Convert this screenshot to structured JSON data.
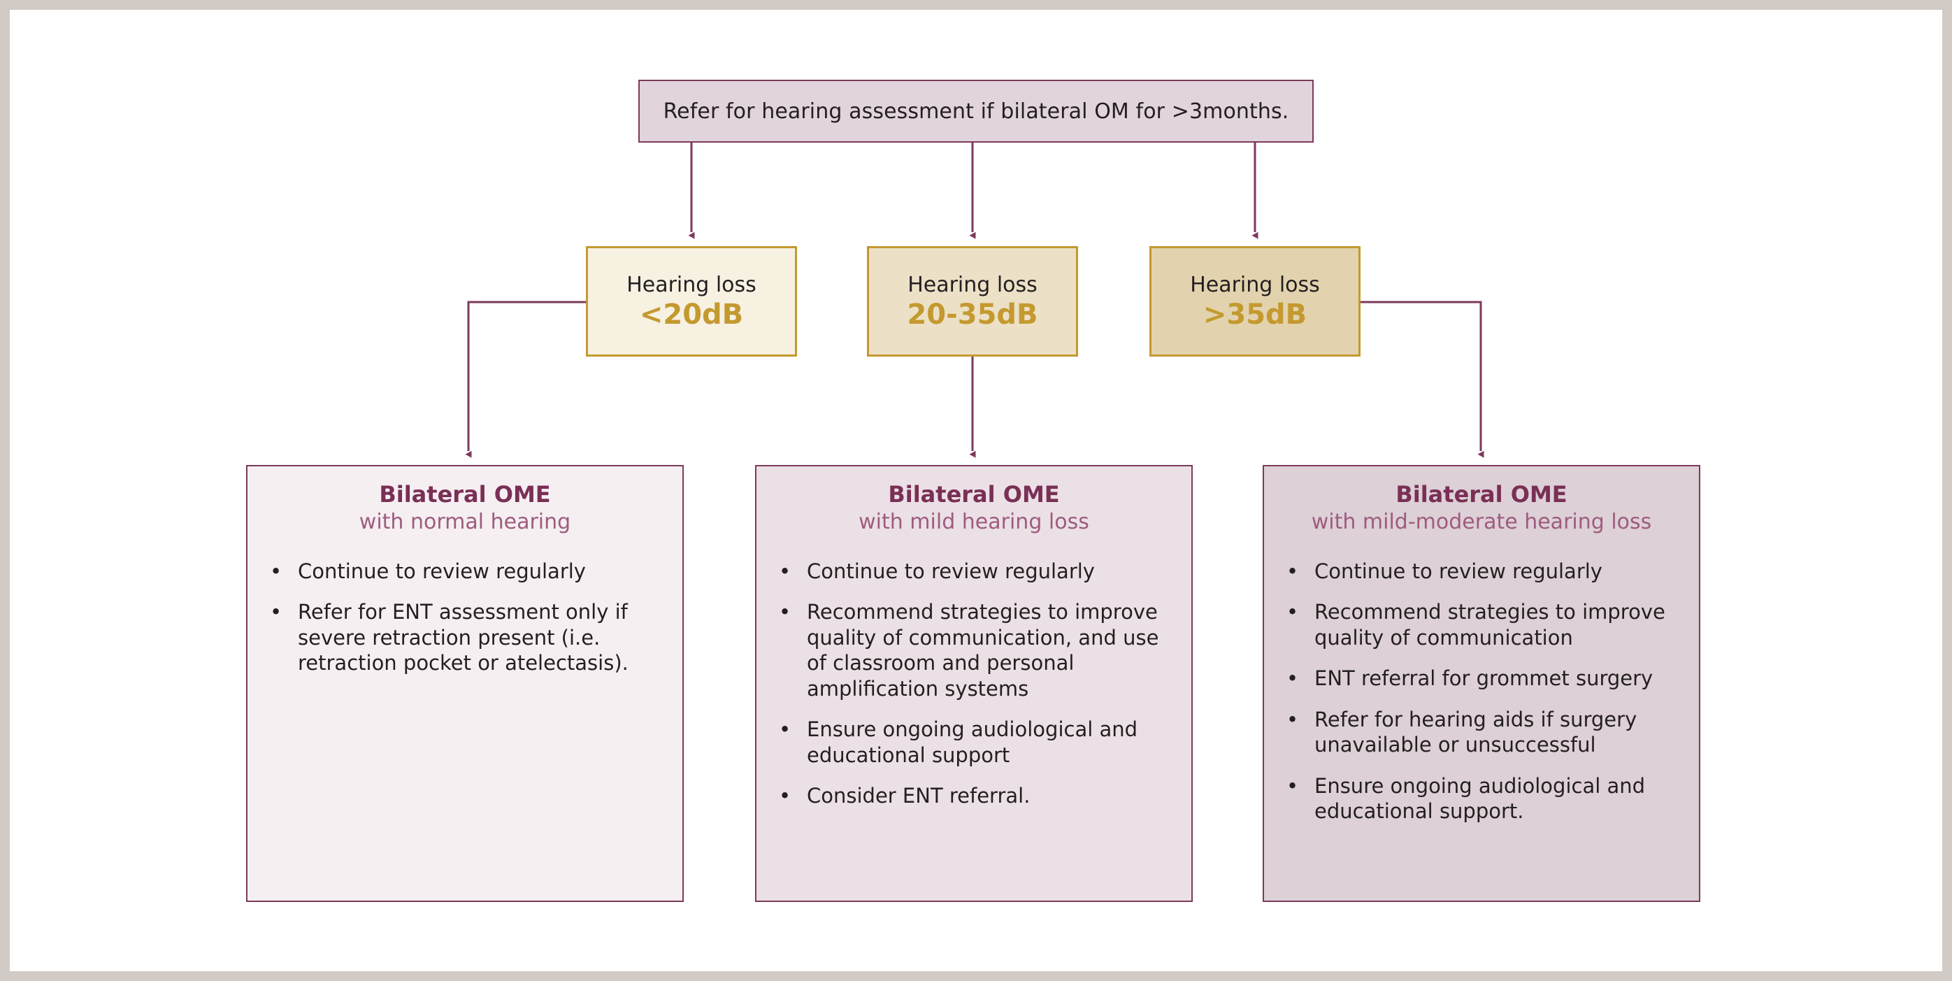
{
  "theme": {
    "page_margin_color": "#d2cbc5",
    "page_background": "#ffffff",
    "connector_color": "#7c3a5c",
    "purple_border": "#7c3a5c",
    "purple_heading": "#7a2f55",
    "purple_subheading": "#9e5c7e",
    "gold_border": "#c4992f",
    "gold_text": "#c4992f",
    "body_text": "#231f20"
  },
  "flowchart": {
    "root": {
      "text": "Refer for hearing assessment if bilateral OM for >3months.",
      "fill": "#e1d4dc"
    },
    "decisions": [
      {
        "title": "Hearing loss",
        "value": "<20dB",
        "fill": "#f7f1e2"
      },
      {
        "title": "Hearing loss",
        "value": "20-35dB",
        "fill": "#ece0c6"
      },
      {
        "title": "Hearing loss",
        "value": ">35dB",
        "fill": "#e2d3ae"
      }
    ],
    "outcomes": [
      {
        "title": "Bilateral OME",
        "subtitle": "with normal hearing",
        "fill": "#f5eff2",
        "bullets": [
          "Continue to review regularly",
          "Refer for ENT assessment only if severe retraction present (i.e. retraction pocket or atelectasis)."
        ]
      },
      {
        "title": "Bilateral OME",
        "subtitle": "with mild hearing loss",
        "fill": "#ebe0e6",
        "bullets": [
          "Continue to review regularly",
          "Recommend strategies to improve quality of communication, and use of classroom and personal amplification systems",
          "Ensure ongoing audiological and educational support",
          "Consider ENT referral."
        ]
      },
      {
        "title": "Bilateral OME",
        "subtitle": "with mild-moderate hearing loss",
        "fill": "#ddd0d7",
        "bullets": [
          "Continue to review regularly",
          "Recommend strategies to improve quality of communication",
          "ENT referral for grommet surgery",
          "Refer for hearing aids if surgery unavailable or unsuccessful",
          "Ensure ongoing audiological and educational support."
        ]
      }
    ],
    "bullet_glyph": "•"
  }
}
